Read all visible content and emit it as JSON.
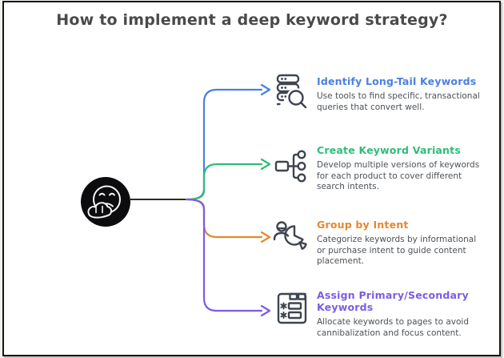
{
  "title": "How to implement a deep keyword strategy?",
  "center_node": {
    "icon": "thinking-face-icon",
    "background_color": "#0c0c0e",
    "face_color": "#f5f5f5"
  },
  "connector": {
    "trunk_color": "#2b2b2b",
    "arrow_style": "open-chevron"
  },
  "branches": [
    {
      "heading": "Identify Long-Tail Keywords",
      "description": "Use tools to find specific, transactional\nqueries that convert well.",
      "color": "#4a80e1",
      "icon": "server-search-icon"
    },
    {
      "heading": "Create Keyword Variants",
      "description": "Develop multiple versions of keywords\nfor each product to cover different\nsearch intents.",
      "color": "#2dbd78",
      "icon": "hierarchy-icon"
    },
    {
      "heading": "Group by Intent",
      "description": "Categorize keywords by informational\nor purchase intent to guide content\nplacement.",
      "color": "#e8872e",
      "icon": "audience-pie-icon"
    },
    {
      "heading": "Assign Primary/Secondary\nKeywords",
      "description": "Allocate keywords to pages to avoid\ncannibalization and focus content.",
      "color": "#7b5ce8",
      "icon": "keyword-list-icon"
    }
  ],
  "icon_color": "#3e4450"
}
